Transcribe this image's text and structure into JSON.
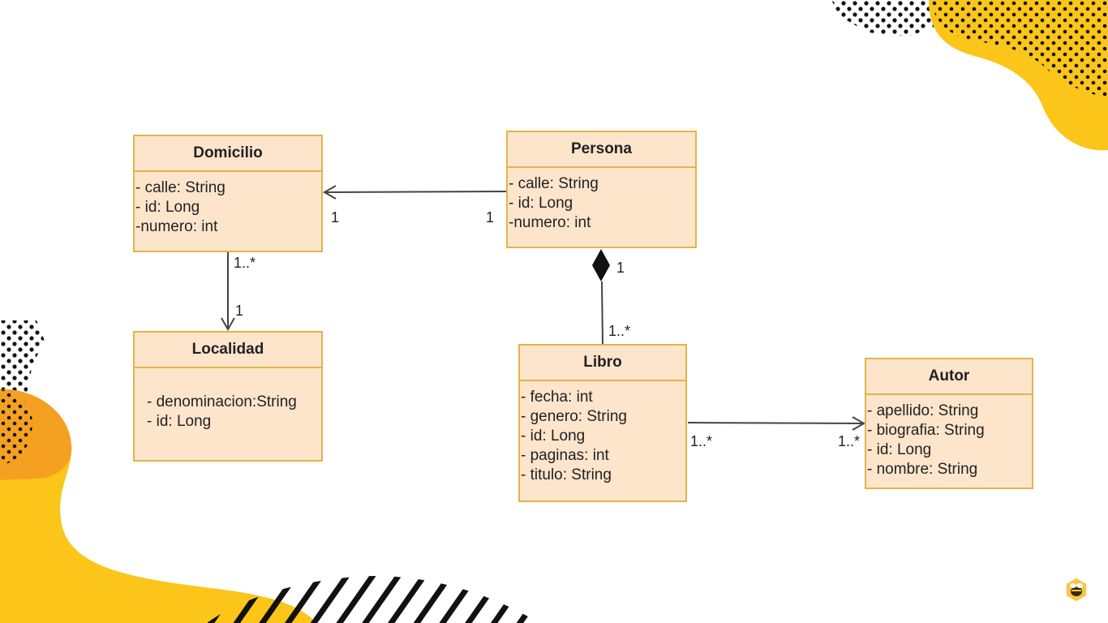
{
  "diagram": {
    "classes": [
      {
        "id": "domicilio",
        "name": "Domicilio",
        "attributes": [
          "- calle: String",
          "- id: Long",
          "-numero: int"
        ]
      },
      {
        "id": "persona",
        "name": "Persona",
        "attributes": [
          "- calle: String",
          "- id: Long",
          "-numero: int"
        ]
      },
      {
        "id": "localidad",
        "name": "Localidad",
        "attributes": [
          "- denominacion:String",
          "- id: Long"
        ]
      },
      {
        "id": "libro",
        "name": "Libro",
        "attributes": [
          "- fecha: int",
          "- genero: String",
          "- id: Long",
          "- paginas: int",
          "- titulo: String"
        ]
      },
      {
        "id": "autor",
        "name": "Autor",
        "attributes": [
          "- apellido: String",
          "- biografia: String",
          "- id: Long",
          "- nombre: String"
        ]
      }
    ],
    "multiplicities": {
      "domicilio_persona_left": "1",
      "domicilio_persona_right": "1",
      "domicilio_localidad_top": "1..*",
      "domicilio_localidad_bottom": "1",
      "persona_libro_top": "1",
      "persona_libro_bottom": "1..*",
      "libro_autor_left": "1..*",
      "libro_autor_right": "1..*"
    },
    "relationships": [
      {
        "from": "persona",
        "to": "domicilio",
        "kind": "directed-association"
      },
      {
        "from": "domicilio",
        "to": "localidad",
        "kind": "directed-association"
      },
      {
        "from": "persona",
        "to": "libro",
        "kind": "composition"
      },
      {
        "from": "libro",
        "to": "autor",
        "kind": "directed-association"
      }
    ]
  },
  "colors": {
    "class_fill": "#fde5cc",
    "class_border": "#e4b34a",
    "decor_yellow": "#fbc519",
    "decor_orange": "#f5a020"
  },
  "icons": [
    "bee-logo-icon"
  ]
}
